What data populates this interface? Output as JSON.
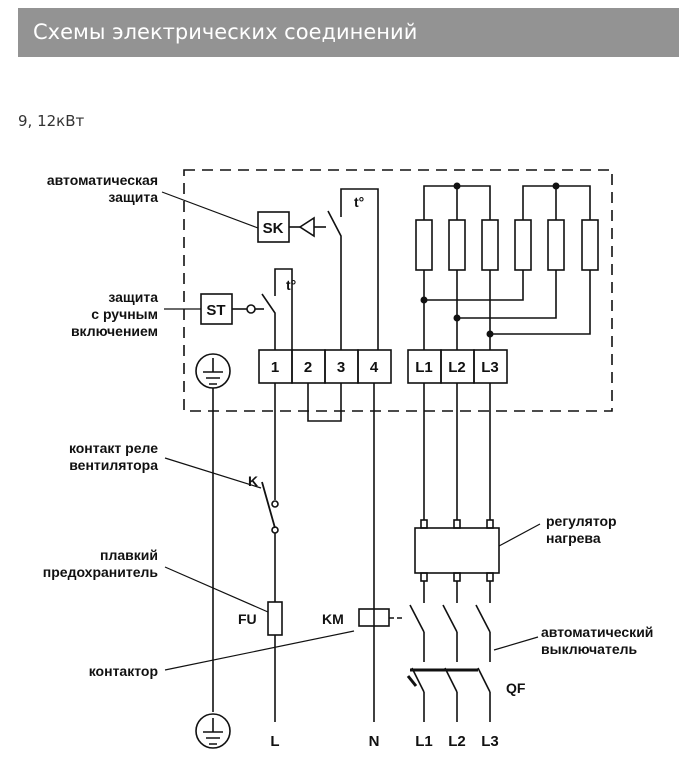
{
  "header": {
    "title": "Схемы электрических соединений"
  },
  "subtitle": "9,  12кВт",
  "labels": {
    "auto_protection_1": "автоматическая",
    "auto_protection_2": "защита",
    "manual_protection_1": "защита",
    "manual_protection_2": "с ручным",
    "manual_protection_3": "включением",
    "fan_relay_1": "контакт реле",
    "fan_relay_2": "вентилятора",
    "fuse_1": "плавкий",
    "fuse_2": "предохранитель",
    "contactor": "контактор",
    "heat_regulator_1": "регулятор",
    "heat_regulator_2": "нагрева",
    "breaker_1": "автоматический",
    "breaker_2": "выключатель"
  },
  "components": {
    "sk": "SK",
    "st": "ST",
    "t1": "t°",
    "t2": "t°",
    "k": "K",
    "fu": "FU",
    "km": "KM",
    "qf": "QF"
  },
  "terminals": [
    "1",
    "2",
    "3",
    "4",
    "L1",
    "L2",
    "L3"
  ],
  "bottom_labels": {
    "l": "L",
    "n": "N",
    "l1": "L1",
    "l2": "L2",
    "l3": "L3"
  }
}
